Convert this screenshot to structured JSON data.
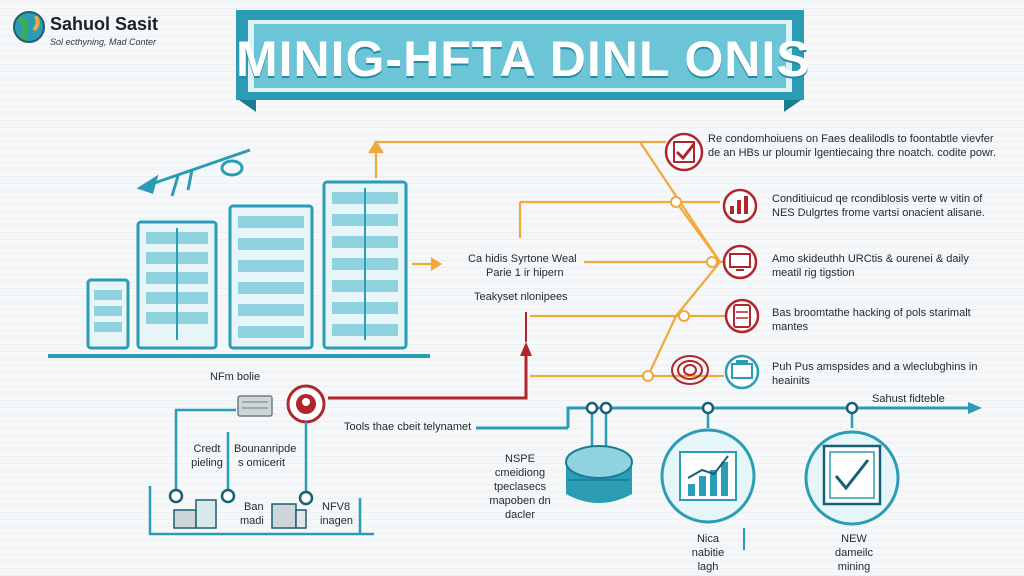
{
  "logo": {
    "name": "Sahuol Sasit",
    "tagline": "Sol ecthyning, Mad Conter"
  },
  "banner": {
    "title": "MINIG-HFTA DINL ONIS"
  },
  "center": {
    "line1": "Ca hidis Syrtone Weal",
    "line2": "Parie 1 ir hipern",
    "line3": "Teakyset nlonipees"
  },
  "list": [
    {
      "text": "Re condomhoiuens on Faes dealilodls to foontabtle vievfer de an HBs ur ploumir lgentiecaing thre noatch. codite powr.",
      "icon": "check-icon"
    },
    {
      "text": "Conditiuicud qe rcondiblosis verte w vitin of NES Dulgrtes frome vartsi onacient alisane.",
      "icon": "chart-icon"
    },
    {
      "text": "Amo skideuthh URCtis & ourenei & daily meatil rig tigstion",
      "icon": "monitor-icon"
    },
    {
      "text": "Bas broomtathe hacking of pols starimalt mantes",
      "icon": "server-icon"
    },
    {
      "text": "Puh Pus amspsides and a wleclubghins in heainits",
      "icon": "printer-icon"
    }
  ],
  "left": {
    "nfm": "NFm bolie",
    "cred1": "Credt",
    "cred2": "pieling",
    "bound1": "Bounanripde",
    "bound2": "s omicerit",
    "ban1": "Ban",
    "ban2": "madi",
    "nfv1": "NFV8",
    "nfv2": "inagen"
  },
  "bottom": {
    "tools": "Tools thae cbeit telynamet",
    "sahust": "Sahust fidteble",
    "nspe": [
      "NSPE",
      "cmeidiong",
      "tpeclasecs",
      "mapoben dn",
      "dacler"
    ],
    "nica": [
      "Nica",
      "nabitie",
      "lagh"
    ],
    "new": [
      "NEW",
      "dameilc",
      "mining"
    ]
  },
  "colors": {
    "teal": "#2a9db5",
    "teal_dark": "#1a7d92",
    "orange": "#f0a93a",
    "red": "#b0262c",
    "ink": "#1c2a33"
  }
}
